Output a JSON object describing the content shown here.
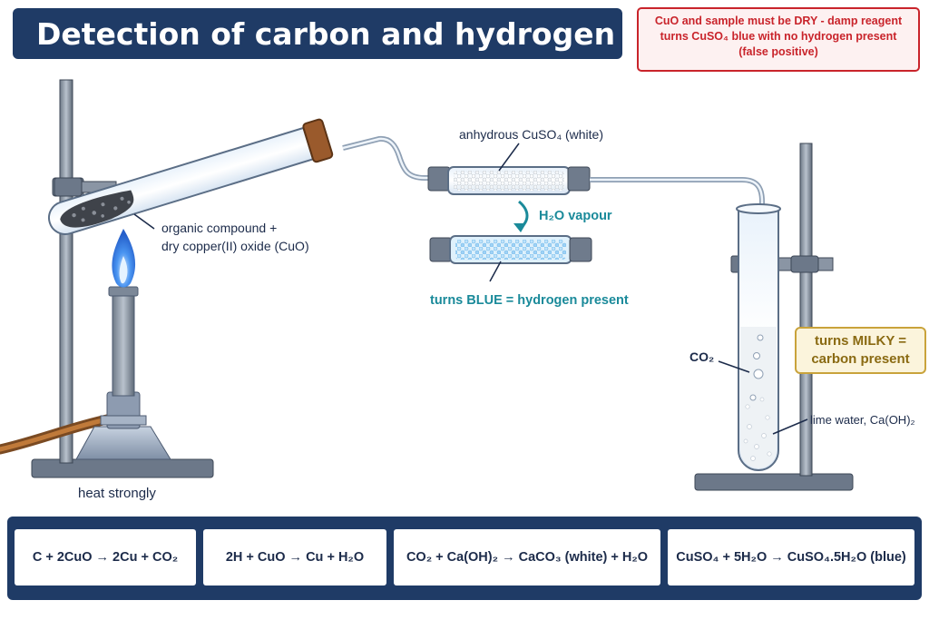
{
  "title": "Detection of carbon and hydrogen",
  "warning": {
    "line1": "CuO and sample must be DRY - damp reagent",
    "line2": "turns CuSO₄ blue with no hydrogen present",
    "line3": "(false positive)"
  },
  "labels": {
    "sample_line1": "organic compound +",
    "sample_line2": "dry copper(II) oxide (CuO)",
    "heat": "heat strongly",
    "cuso4": "anhydrous CuSO₄ (white)",
    "vapour": "H₂O vapour",
    "blue_result": "turns BLUE = hydrogen present",
    "co2": "CO₂",
    "limewater": "lime water, Ca(OH)₂",
    "milky_line1": "turns MILKY =",
    "milky_line2": "carbon present"
  },
  "equations": [
    "C + 2CuO → 2Cu + CO₂",
    "2H + CuO → Cu + H₂O",
    "CO₂ + Ca(OH)₂ → CaCO₃ (white) + H₂O",
    "CuSO₄ + 5H₂O → CuSO₄.5H₂O (blue)"
  ],
  "colors": {
    "navy": "#1f3b66",
    "warning_red": "#c9242b",
    "teal": "#1a8a9a",
    "flame_blue": "#2f7be0",
    "milky_gold": "#c9a33b"
  },
  "icons": [
    "bunsen-burner-icon",
    "retort-stand-icon",
    "flame-icon",
    "test-tube-icon"
  ]
}
